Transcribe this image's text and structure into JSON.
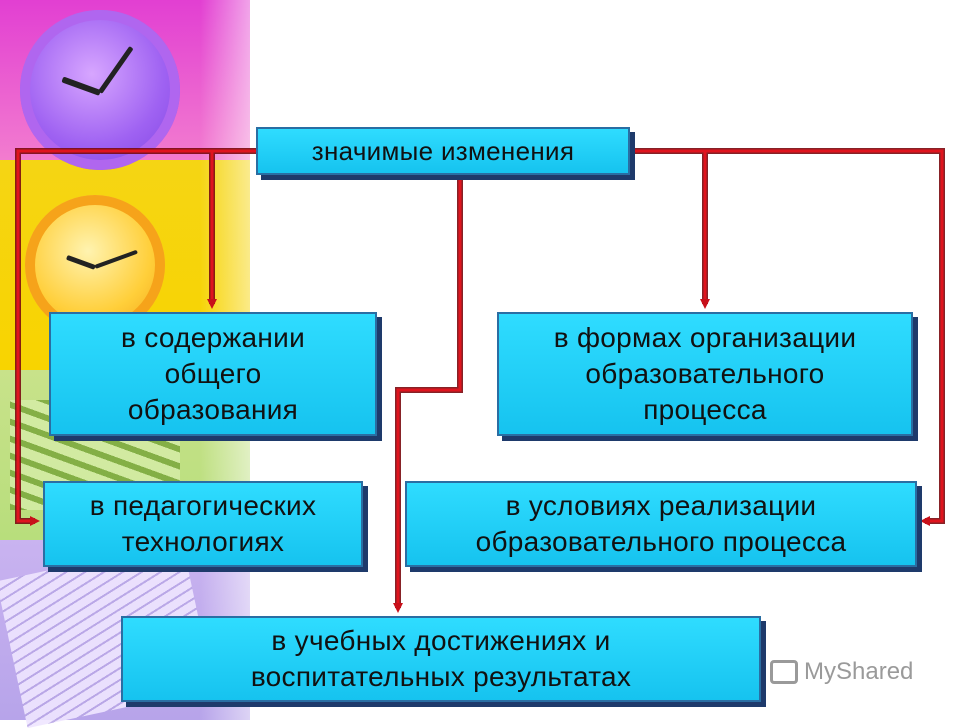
{
  "diagram": {
    "root": "значимые изменения",
    "nodes": {
      "content": "в содержании\nобщего\nобразования",
      "forms": "в формах организации\nобразовательного\nпроцесса",
      "technologies": "в педагогических\nтехнологиях",
      "conditions": "в условиях реализации\nобразовательного процесса",
      "results": "в учебных достижениях  и\nвоспитательных  результатах"
    },
    "colors": {
      "box_fill": "#1fd3f5",
      "box_border": "#2a6ea3",
      "box_shadow": "#1e3a6b",
      "connector": "#c8101a",
      "connector_edge": "#7a0a10"
    }
  },
  "watermark": {
    "text": "MyShared",
    "icon": "myshared-logo-icon"
  }
}
